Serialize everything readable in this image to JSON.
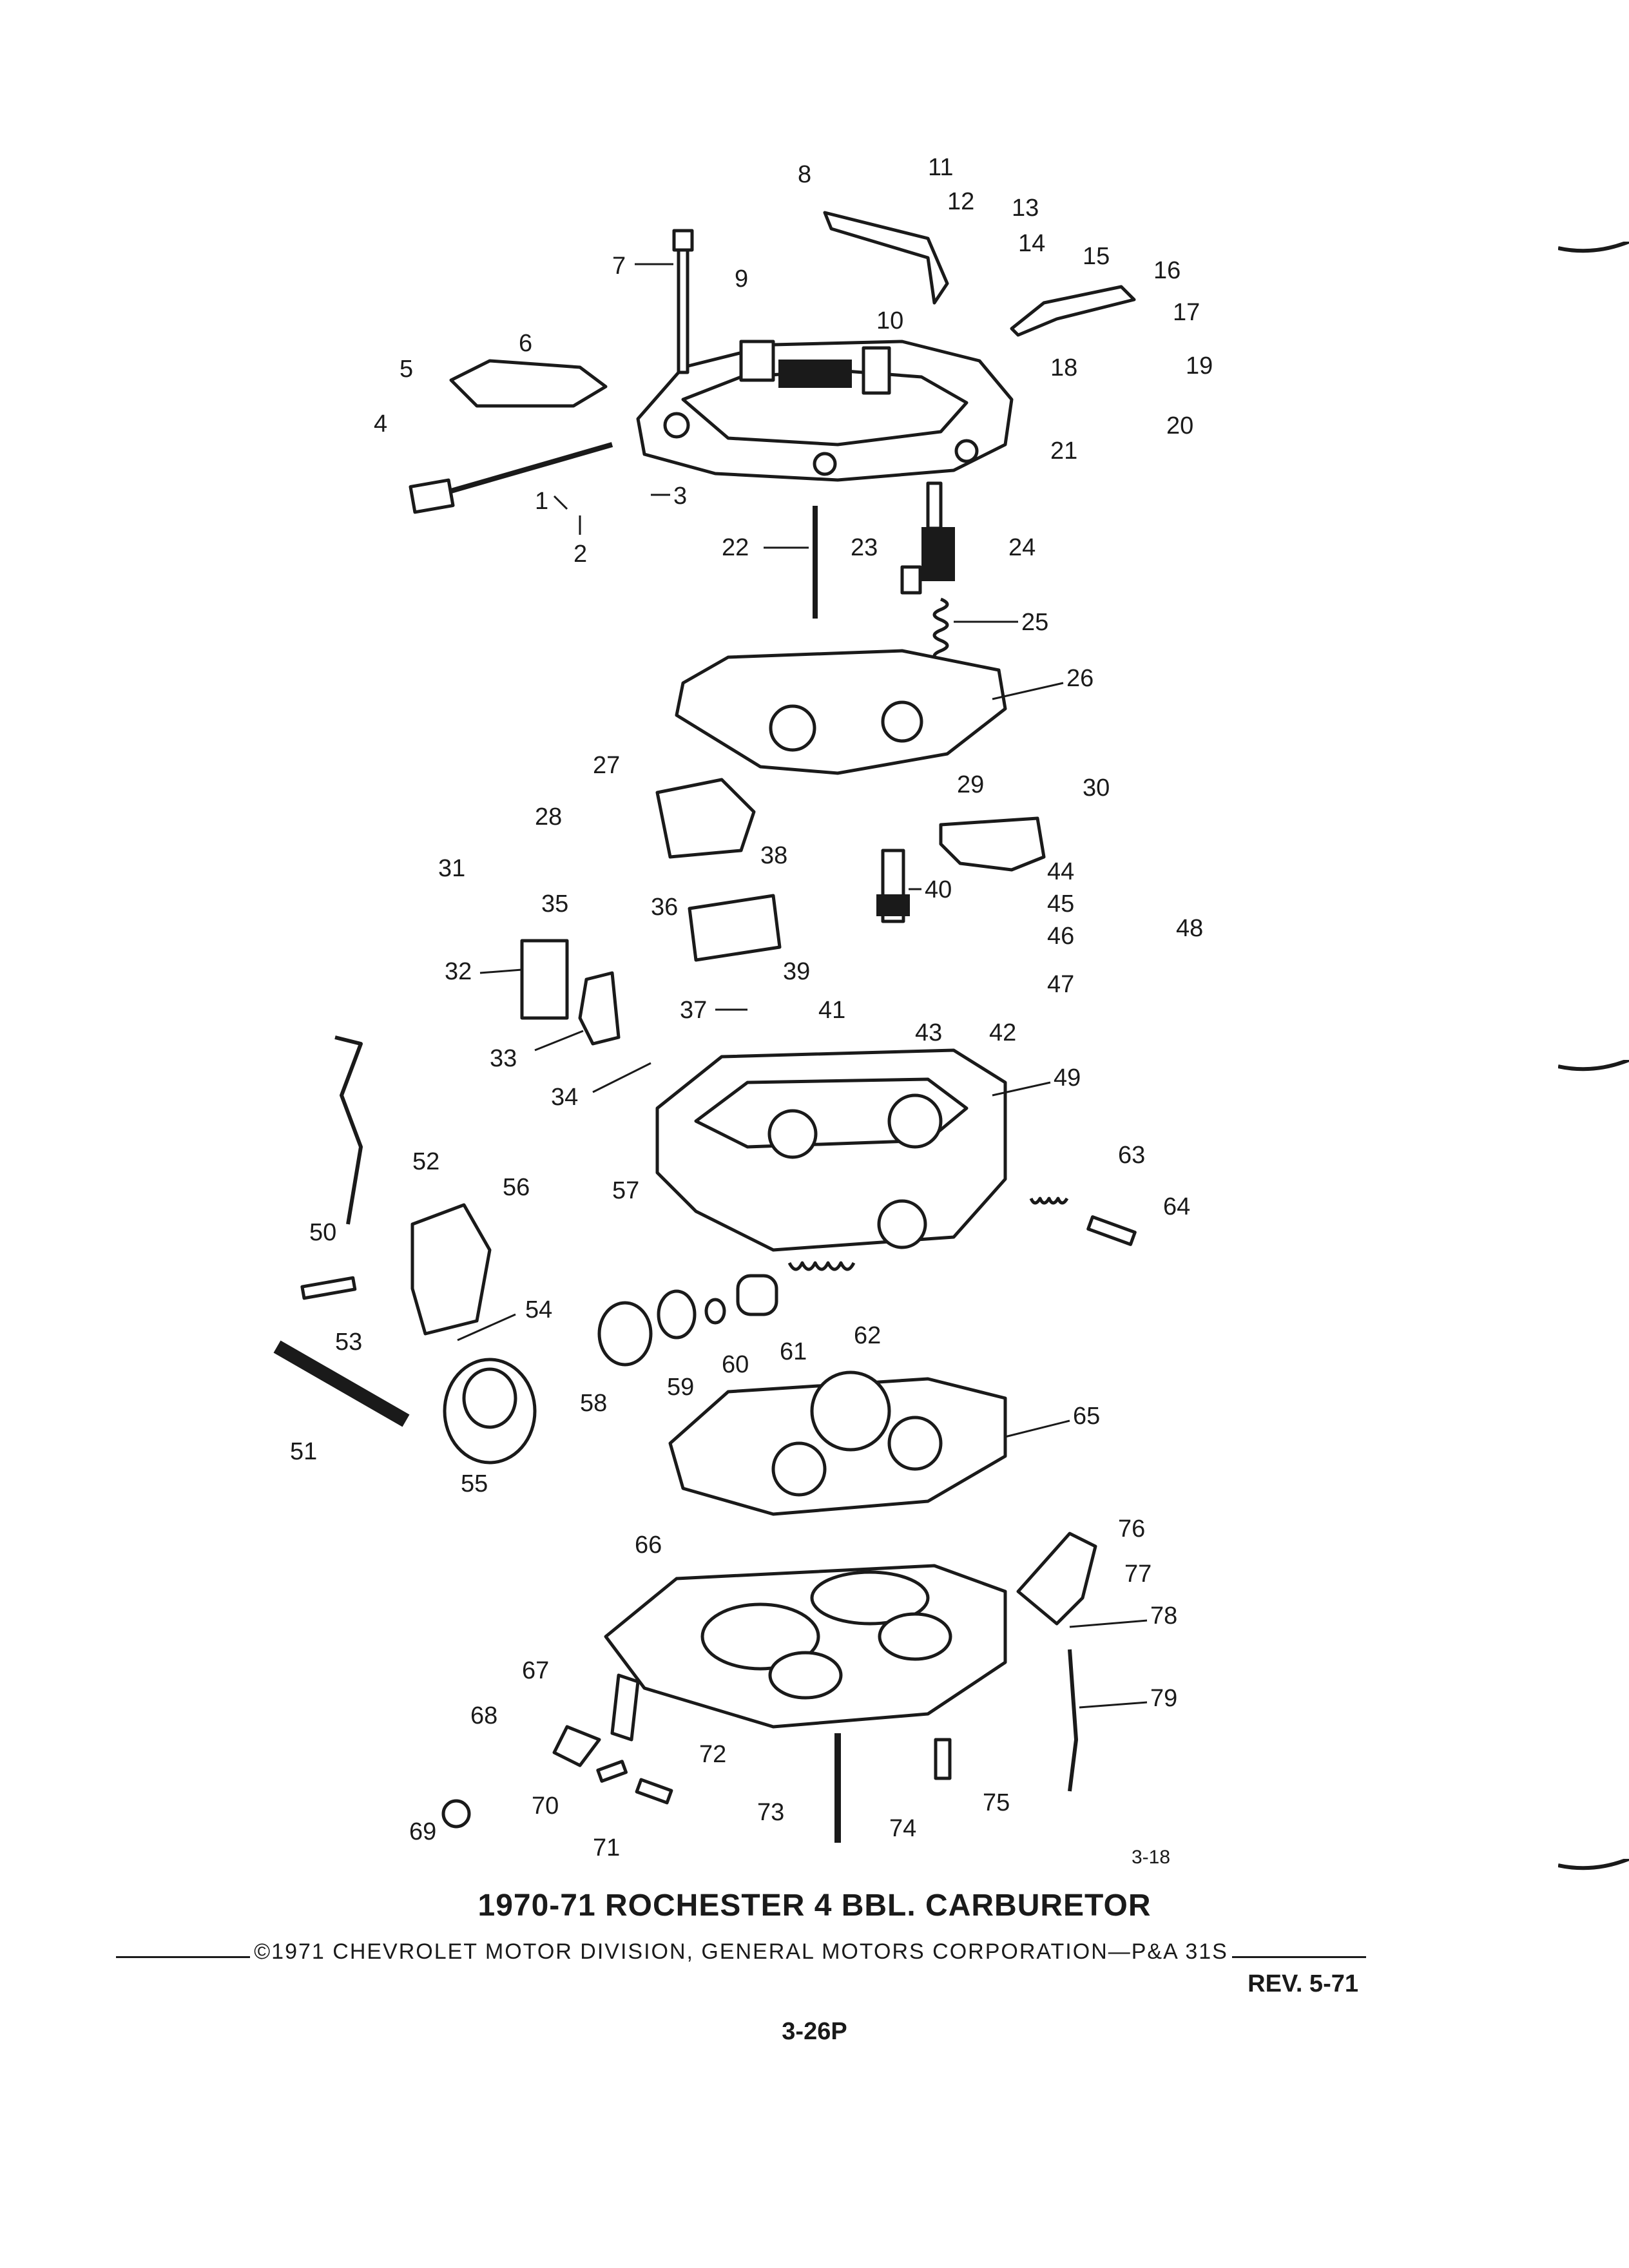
{
  "diagram": {
    "callouts": [
      "1",
      "2",
      "3",
      "4",
      "5",
      "6",
      "7",
      "8",
      "9",
      "10",
      "11",
      "12",
      "13",
      "14",
      "15",
      "16",
      "17",
      "18",
      "19",
      "20",
      "21",
      "22",
      "23",
      "24",
      "25",
      "26",
      "27",
      "28",
      "29",
      "30",
      "31",
      "32",
      "33",
      "34",
      "35",
      "36",
      "37",
      "38",
      "39",
      "40",
      "41",
      "42",
      "43",
      "44",
      "45",
      "46",
      "47",
      "48",
      "49",
      "50",
      "51",
      "52",
      "53",
      "54",
      "55",
      "56",
      "57",
      "58",
      "59",
      "60",
      "61",
      "62",
      "63",
      "64",
      "65",
      "66",
      "67",
      "68",
      "69",
      "70",
      "71",
      "72",
      "73",
      "74",
      "75",
      "76",
      "77",
      "78",
      "79"
    ],
    "figure_ref": "3-18"
  },
  "caption": "1970-71 ROCHESTER 4 BBL. CARBURETOR",
  "copyright": "©1971 CHEVROLET MOTOR DIVISION, GENERAL MOTORS CORPORATION—P&A 31S",
  "revision": "REV. 5-71",
  "page_number": "3-26P"
}
